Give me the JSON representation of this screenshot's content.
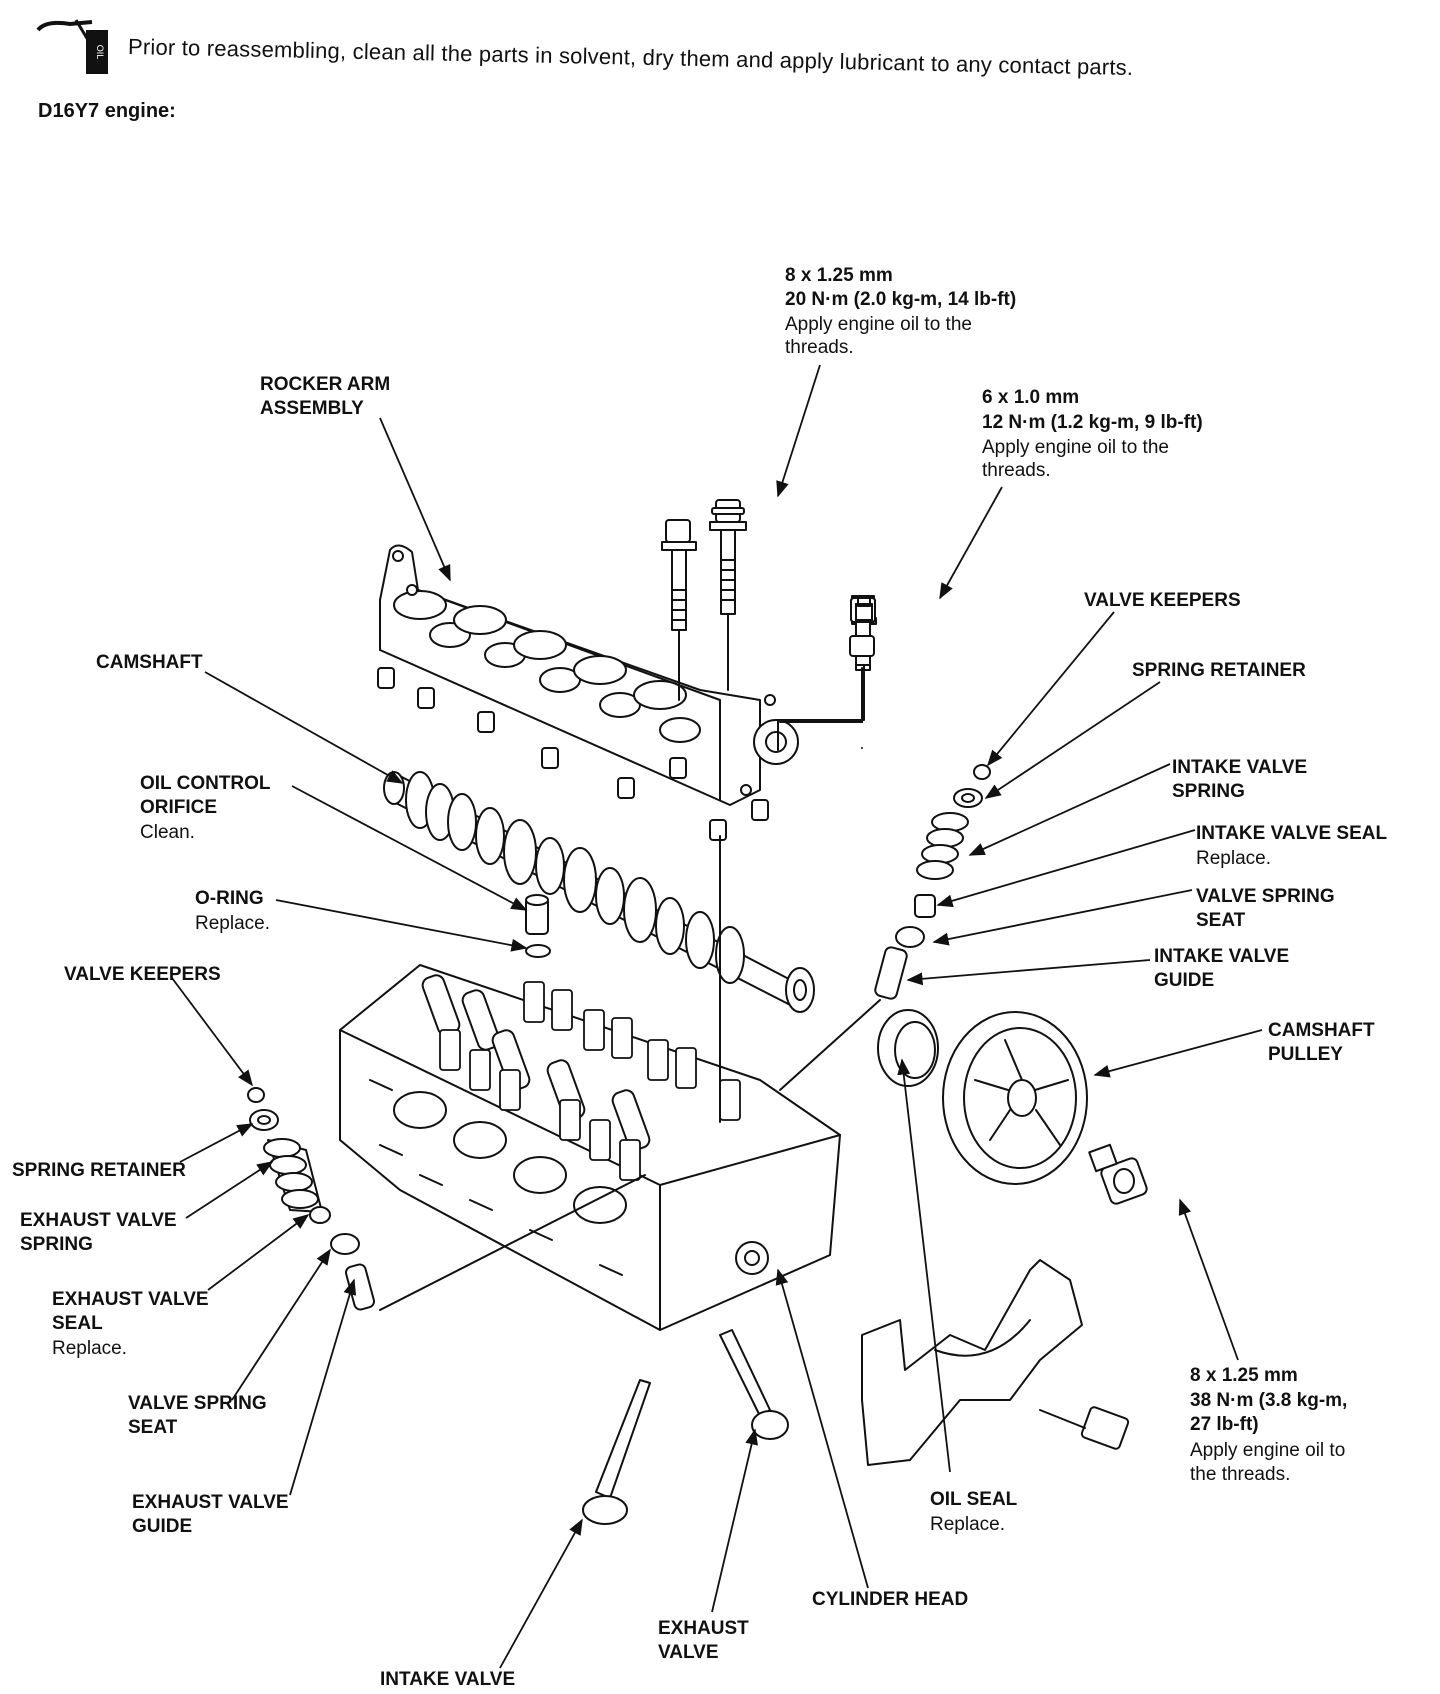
{
  "header": {
    "note": "Prior to reassembling, clean all the parts in solvent, dry them and apply lubricant to any contact parts.",
    "engine": "D16Y7 engine:",
    "oil_icon_text": "OIL"
  },
  "labels": {
    "bolt_8x125_top": {
      "size": "8 x 1.25 mm",
      "torque": "20 N·m (2.0 kg-m, 14 lb-ft)",
      "note1": "Apply engine oil to the",
      "note2": "threads."
    },
    "bolt_6x10": {
      "size": "6 x 1.0 mm",
      "torque": "12 N·m (1.2 kg-m, 9 lb-ft)",
      "note1": "Apply engine oil to the",
      "note2": "threads."
    },
    "rocker_arm": {
      "line1": "ROCKER ARM",
      "line2": "ASSEMBLY"
    },
    "camshaft": "CAMSHAFT",
    "oil_control": {
      "line1": "OIL CONTROL",
      "line2": "ORIFICE",
      "note": "Clean."
    },
    "o_ring": {
      "line1": "O-RING",
      "note": "Replace."
    },
    "valve_keepers_left": "VALVE KEEPERS",
    "spring_retainer_left": "SPRING RETAINER",
    "exhaust_valve_spring": {
      "line1": "EXHAUST VALVE",
      "line2": "SPRING"
    },
    "exhaust_valve_seal": {
      "line1": "EXHAUST VALVE",
      "line2": "SEAL",
      "note": "Replace."
    },
    "valve_spring_seat_left": {
      "line1": "VALVE SPRING",
      "line2": "SEAT"
    },
    "exhaust_valve_guide": {
      "line1": "EXHAUST VALVE",
      "line2": "GUIDE"
    },
    "intake_valve": "INTAKE VALVE",
    "exhaust_valve": {
      "line1": "EXHAUST",
      "line2": "VALVE"
    },
    "cylinder_head": "CYLINDER HEAD",
    "oil_seal": {
      "line1": "OIL SEAL",
      "note": "Replace."
    },
    "bolt_8x125_pulley": {
      "size": "8 x 1.25 mm",
      "torque1": "38 N·m (3.8 kg-m,",
      "torque2": "27 lb-ft)",
      "note1": "Apply engine oil to",
      "note2": "the threads."
    },
    "valve_keepers_right": "VALVE KEEPERS",
    "spring_retainer_right": "SPRING RETAINER",
    "intake_valve_spring": {
      "line1": "INTAKE VALVE",
      "line2": "SPRING"
    },
    "intake_valve_seal": {
      "line1": "INTAKE VALVE SEAL",
      "note": "Replace."
    },
    "valve_spring_seat_right": {
      "line1": "VALVE SPRING",
      "line2": "SEAT"
    },
    "intake_valve_guide": {
      "line1": "INTAKE VALVE",
      "line2": "GUIDE"
    },
    "camshaft_pulley": {
      "line1": "CAMSHAFT",
      "line2": "PULLEY"
    }
  }
}
